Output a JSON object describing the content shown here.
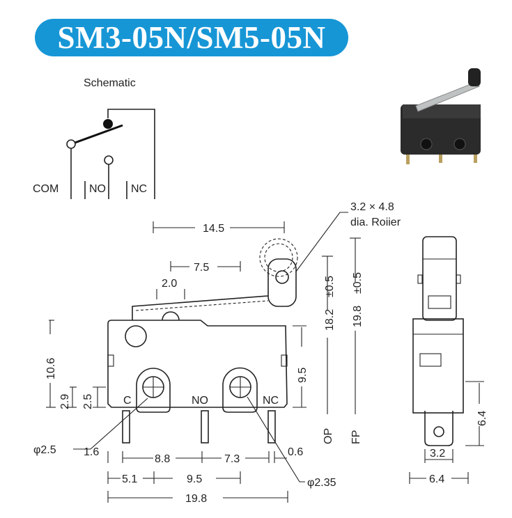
{
  "title": "SM3-05N/SM5-05N",
  "schematic": {
    "label": "Schematic",
    "terminals": [
      "COM",
      "NO",
      "NC"
    ]
  },
  "front_view": {
    "terminal_labels": [
      "C",
      "NO",
      "NC"
    ],
    "dimensions": {
      "lever_length": "14.5",
      "lever_mid": "7.5",
      "lever_offset": "2.0",
      "roller": "3.2 ×  4.8",
      "roller_note": "dia.  Roiier",
      "op_height": "18.2",
      "op_tol": "±0.5",
      "fp_height": "19.8",
      "fp_tol": "±0.5",
      "op_label": "OP",
      "fp_label": "FP",
      "body_height": "10.6",
      "hole_height": "9.5",
      "h29": "2.9",
      "h25": "2.5",
      "hole_dia_left": "φ2.5",
      "hole_dia_right": "φ2.35",
      "d16": "1.6",
      "d88": "8.8",
      "d73": "7.3",
      "d06": "0.6",
      "d51": "5.1",
      "d95": "9.5",
      "width": "19.8"
    }
  },
  "side_view": {
    "pin_height": "6.4",
    "pin_width": "3.2",
    "width": "6.4"
  },
  "colors": {
    "accent": "#1796d6"
  }
}
